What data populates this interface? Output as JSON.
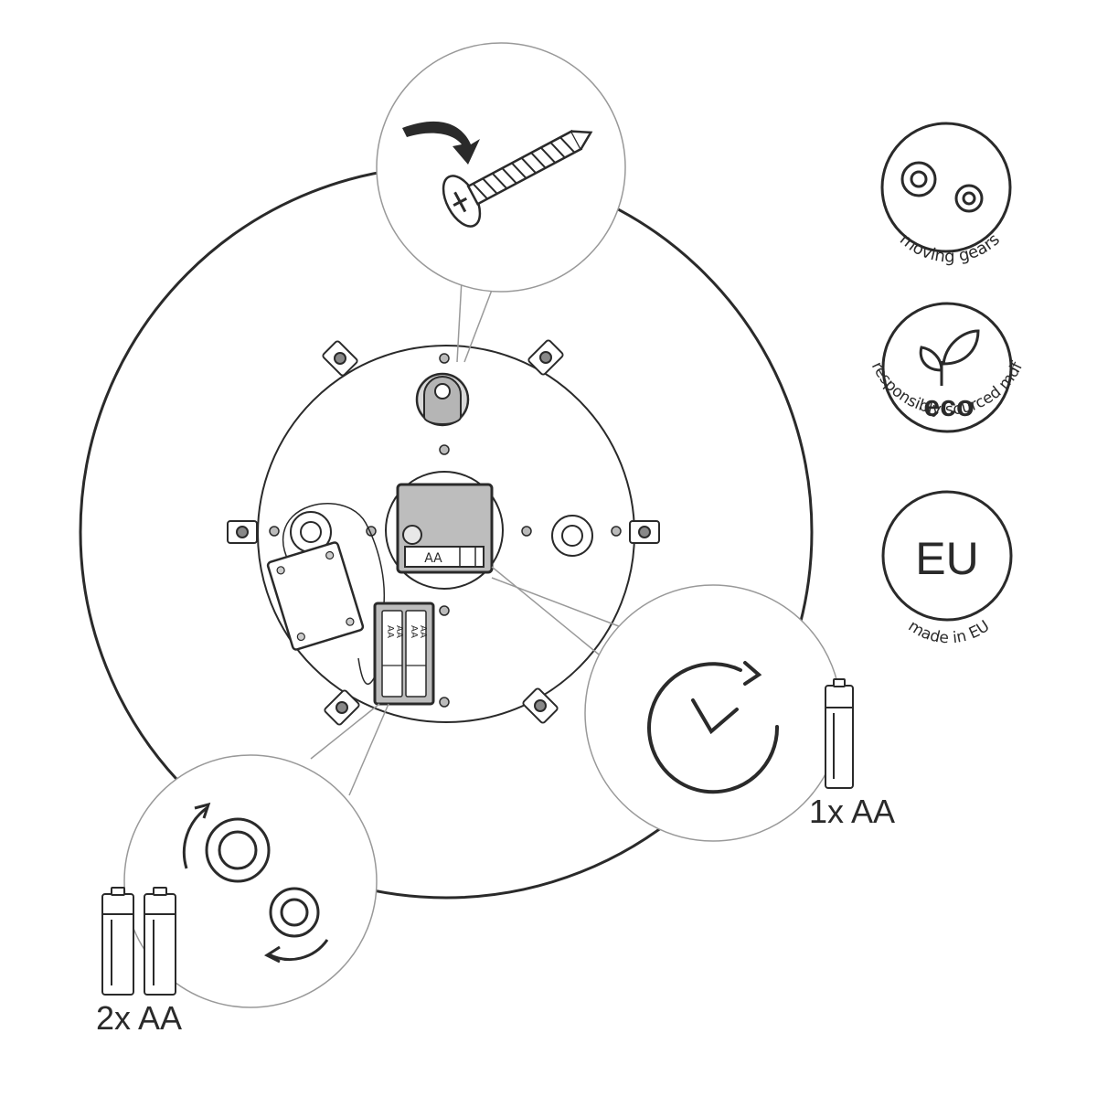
{
  "battery_labels": {
    "movement_slot": "AA",
    "pack_cell_left": "AA",
    "pack_cell_left_2": "AA",
    "pack_cell_right": "AA",
    "pack_cell_right_2": "AA"
  },
  "callouts": {
    "clock_battery": "1x AA",
    "gears_battery": "2x AA"
  },
  "badges": [
    {
      "caption": "moving gears",
      "icon": "gears-icon"
    },
    {
      "caption": "eco",
      "subcaption": "responsibly sourced mdf",
      "icon": "leaf-icon"
    },
    {
      "caption": "EU",
      "subcaption": "made in EU",
      "icon": "eu-text"
    }
  ]
}
